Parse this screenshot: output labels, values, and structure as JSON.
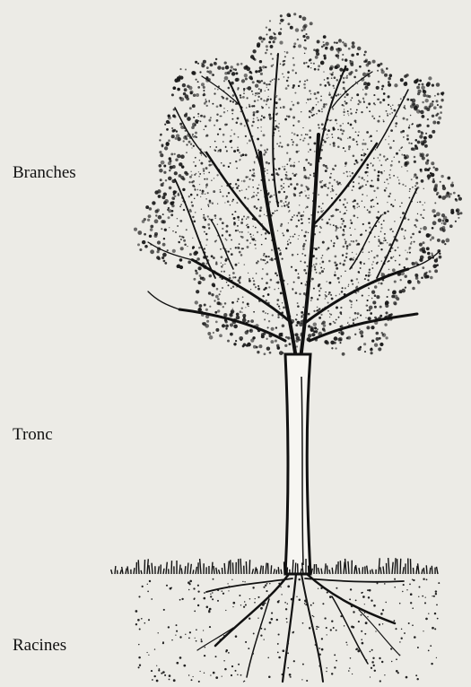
{
  "labels": {
    "branches": "Branches",
    "trunk": "Tronc",
    "roots": "Racines"
  },
  "colors": {
    "paper": "#ecebe6",
    "ink": "#111111",
    "bleed_text": "#d8d6d0"
  }
}
